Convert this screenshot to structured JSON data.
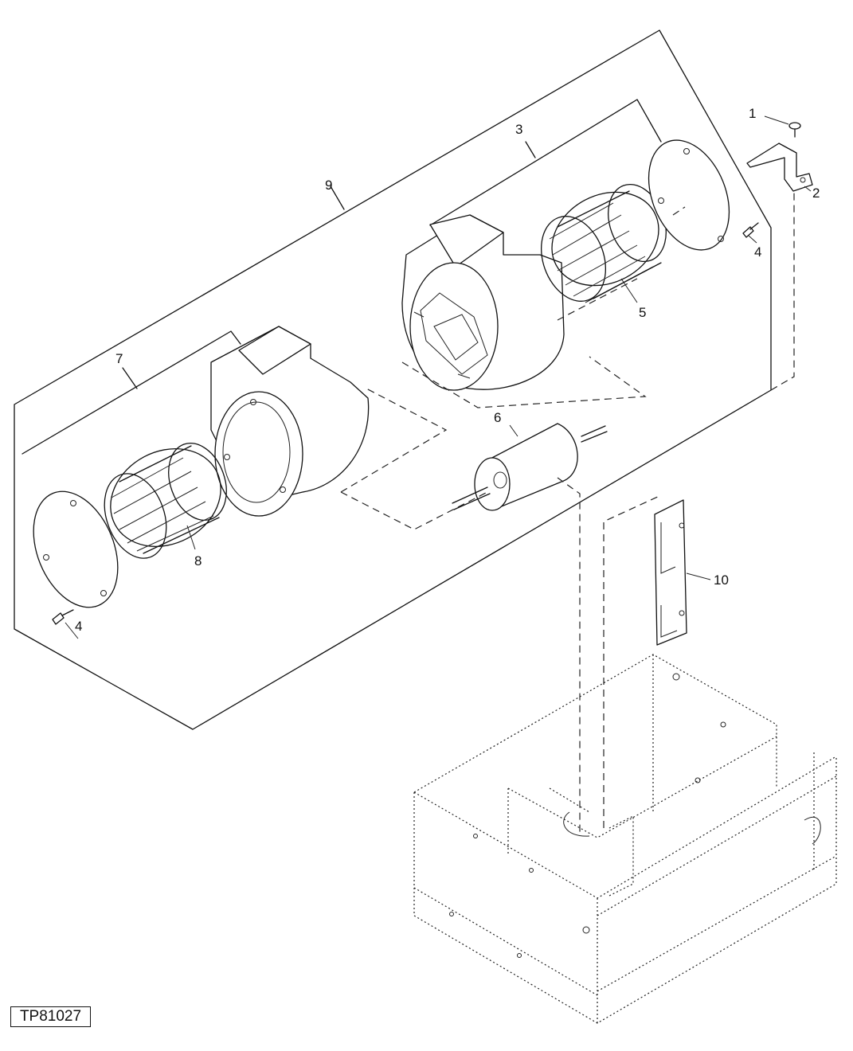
{
  "figure_id": "TP81027",
  "callouts": {
    "c1": "1",
    "c2": "2",
    "c3": "3",
    "c4a": "4",
    "c4b": "4",
    "c5": "5",
    "c6": "6",
    "c7": "7",
    "c8": "8",
    "c9": "9",
    "c10": "10"
  }
}
